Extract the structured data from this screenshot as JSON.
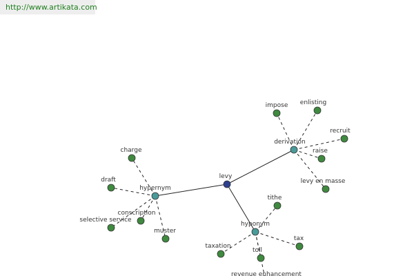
{
  "header": {
    "url": "http://www.artikata.com"
  },
  "colors": {
    "center_node": "#2e3f8f",
    "category_node": "#4a9a9a",
    "leaf_node": "#3f8a3f",
    "node_outline": "#333333",
    "edge": "#222222",
    "url_text": "#1e7f1e"
  },
  "graph": {
    "center": {
      "id": "levy",
      "label": "levy"
    },
    "categories": [
      {
        "id": "derivation",
        "label": "derivation"
      },
      {
        "id": "hypernym",
        "label": "hypernym"
      },
      {
        "id": "hyponym",
        "label": "hyponym"
      }
    ],
    "leaves": [
      {
        "id": "impose",
        "label": "impose",
        "parent": "derivation"
      },
      {
        "id": "enlisting",
        "label": "enlisting",
        "parent": "derivation"
      },
      {
        "id": "recruit",
        "label": "recruit",
        "parent": "derivation"
      },
      {
        "id": "raise",
        "label": "raise",
        "parent": "derivation"
      },
      {
        "id": "levy-en-masse",
        "label": "levy en masse",
        "parent": "derivation"
      },
      {
        "id": "charge",
        "label": "charge",
        "parent": "hypernym"
      },
      {
        "id": "draft",
        "label": "draft",
        "parent": "hypernym"
      },
      {
        "id": "conscription",
        "label": "conscription",
        "parent": "hypernym"
      },
      {
        "id": "selective-service",
        "label": "selective service",
        "parent": "hypernym"
      },
      {
        "id": "muster",
        "label": "muster",
        "parent": "hypernym"
      },
      {
        "id": "tithe",
        "label": "tithe",
        "parent": "hyponym"
      },
      {
        "id": "taxation",
        "label": "taxation",
        "parent": "hyponym"
      },
      {
        "id": "tax",
        "label": "tax",
        "parent": "hyponym"
      },
      {
        "id": "toll",
        "label": "toll",
        "parent": "hyponym"
      },
      {
        "id": "revenue-enhancement",
        "label": "revenue enhancement",
        "parent": "hyponym"
      }
    ]
  }
}
